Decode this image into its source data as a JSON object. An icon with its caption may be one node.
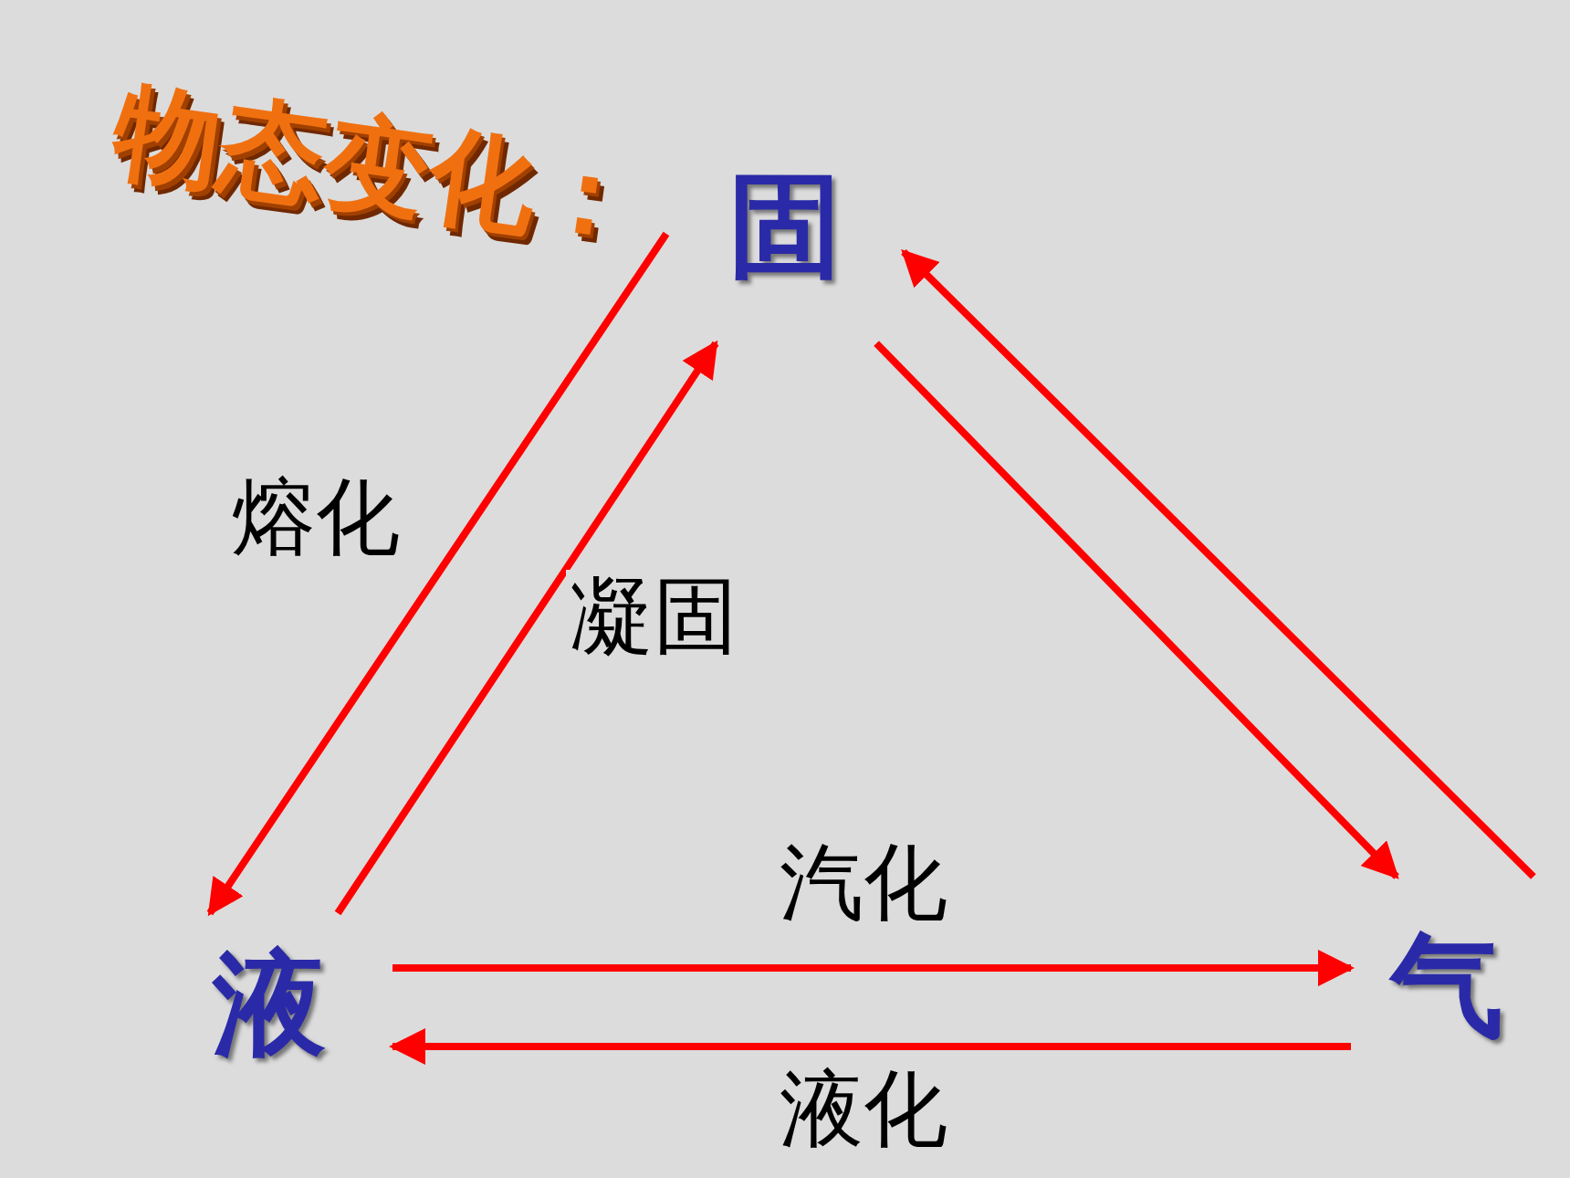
{
  "diagram": {
    "title": "物态变化：",
    "nodes": [
      {
        "text": [
          "固"
        ]
      },
      {
        "text": [
          "液"
        ]
      },
      {
        "text": [
          "气"
        ]
      }
    ],
    "edges": [
      {
        "from": 0,
        "to": 1,
        "arrow": "to",
        "label": "熔化"
      },
      {
        "from": 1,
        "to": 0,
        "arrow": "to",
        "label": "凝固"
      },
      {
        "from": 0,
        "to": 2,
        "arrow": "to"
      },
      {
        "from": 2,
        "to": 0,
        "arrow": "to"
      },
      {
        "from": 1,
        "to": 2,
        "arrow": "to",
        "label": "汽化"
      },
      {
        "from": 2,
        "to": 1,
        "arrow": "to",
        "label": "液化"
      }
    ]
  }
}
